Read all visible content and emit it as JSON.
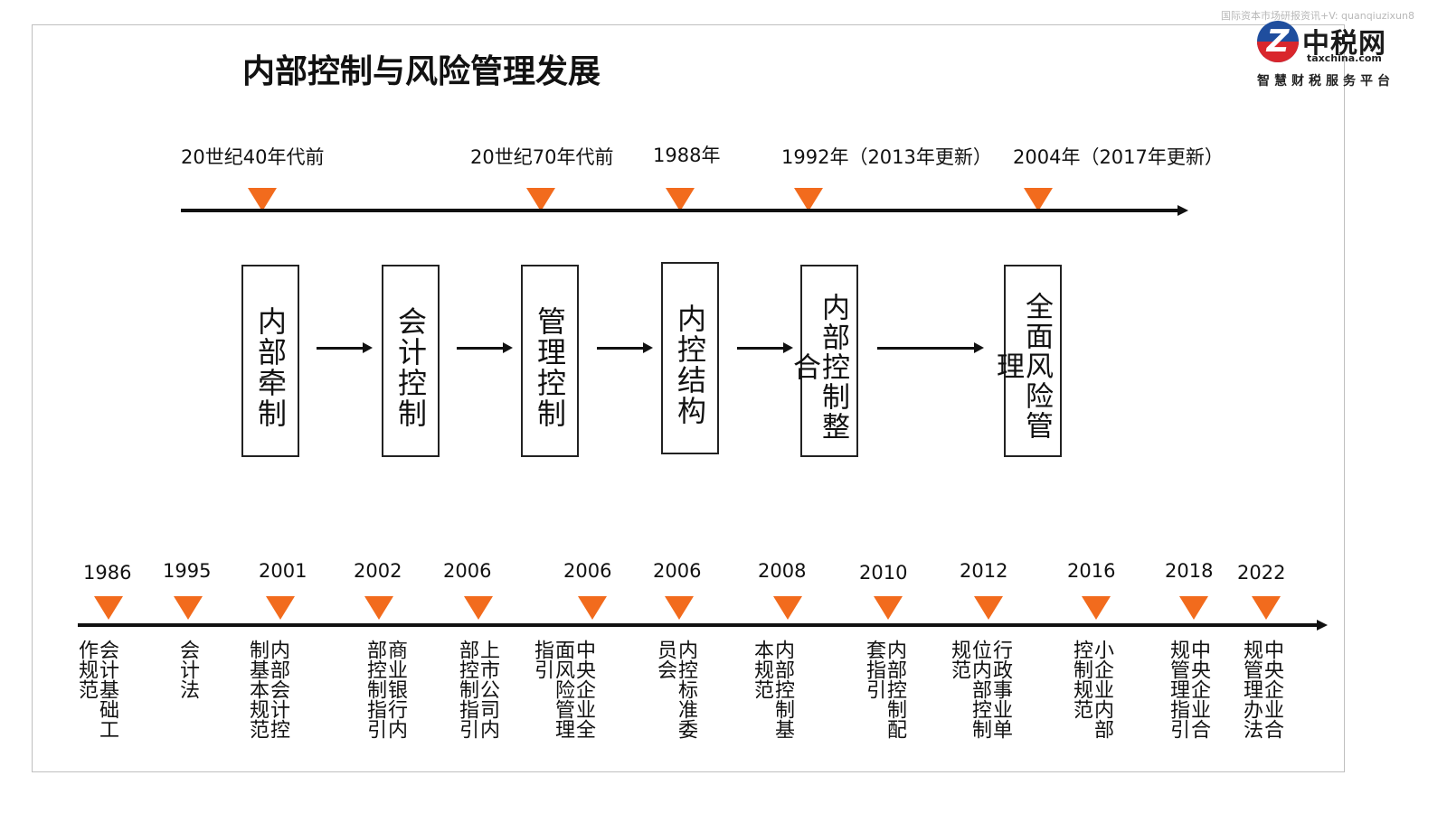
{
  "watermark": "国际资本市场研报资讯+V: quanqiuzixun8",
  "logo": {
    "mark": "Z",
    "name": "中税网",
    "site": "taxchina.com",
    "slogan": "智慧财税服务平台"
  },
  "title": "内部控制与风险管理发展",
  "top_timeline": [
    {
      "label": "20世纪40年代前"
    },
    {
      "label": "20世纪70年代前"
    },
    {
      "label": "1988年"
    },
    {
      "label": "1992年（2013年更新）"
    },
    {
      "label": "2004年（2017年更新）"
    }
  ],
  "stages": [
    "内部牵制",
    "会计控制",
    "管理控制",
    "内控结构",
    "内部控制整合",
    "全面风险管理"
  ],
  "bottom_timeline": [
    {
      "year": "1986",
      "text": "会计基础工作规范"
    },
    {
      "year": "1995",
      "text": "会计法"
    },
    {
      "year": "2001",
      "text": "内部会计控制基本规范"
    },
    {
      "year": "2002",
      "text": "商业银行内部控制指引"
    },
    {
      "year": "2006",
      "text": "上市公司内部控制指引"
    },
    {
      "year": "2006",
      "text": "中央企业全面风险管理指引"
    },
    {
      "year": "2006",
      "text": "内控标准委员会"
    },
    {
      "year": "2008",
      "text": "内部控制基本规范"
    },
    {
      "year": "2010",
      "text": "内部控制配套指引"
    },
    {
      "year": "2012",
      "text": "行政事业单位内部控制规范"
    },
    {
      "year": "2016",
      "text": "小企业内部控制规范"
    },
    {
      "year": "2018",
      "text": "中央企业合规管理指引"
    },
    {
      "year": "2022",
      "text": "中央企业合规管理办法"
    }
  ],
  "colors": {
    "marker": "#f26b1d",
    "line": "#111111",
    "brand_blue": "#1f4e9e",
    "brand_red": "#d9262c"
  }
}
